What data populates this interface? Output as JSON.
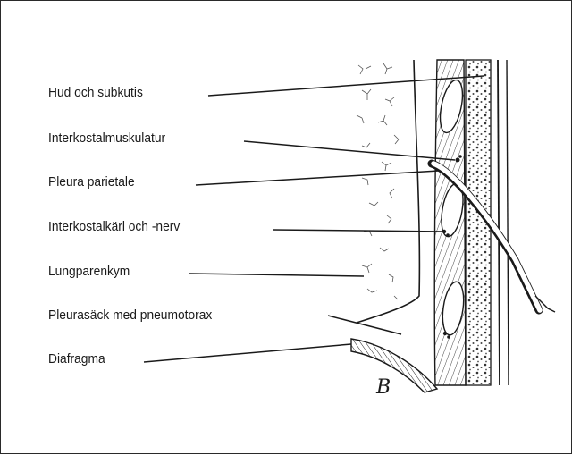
{
  "labels": {
    "skin": "Hud och subkutis",
    "intercostal_muscles": "Interkostalmuskulatur",
    "parietal_pleura": "Pleura parietale",
    "intercostal_vessels": "Interkostalkärl och -nerv",
    "lung_parenchyma": "Lungparenkym",
    "pleural_sac": "Pleurasäck med pneumotorax",
    "diaphragm": "Diafragma"
  },
  "signature": "B",
  "colors": {
    "ink": "#1a1a1a",
    "background": "#ffffff"
  }
}
